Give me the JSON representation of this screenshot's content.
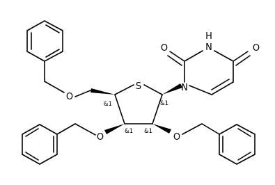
{
  "molecule": {
    "atoms": {
      "S": "S",
      "N1": "N",
      "NH": "H",
      "N3": "N",
      "O_c2": "O",
      "O_c4": "O",
      "O_5p": "O",
      "O_3p": "O",
      "O_2p": "O"
    },
    "stereo_labels": {
      "c4p": "&1",
      "c1p": "&1",
      "c3p": "&1",
      "c2p": "&1"
    }
  }
}
